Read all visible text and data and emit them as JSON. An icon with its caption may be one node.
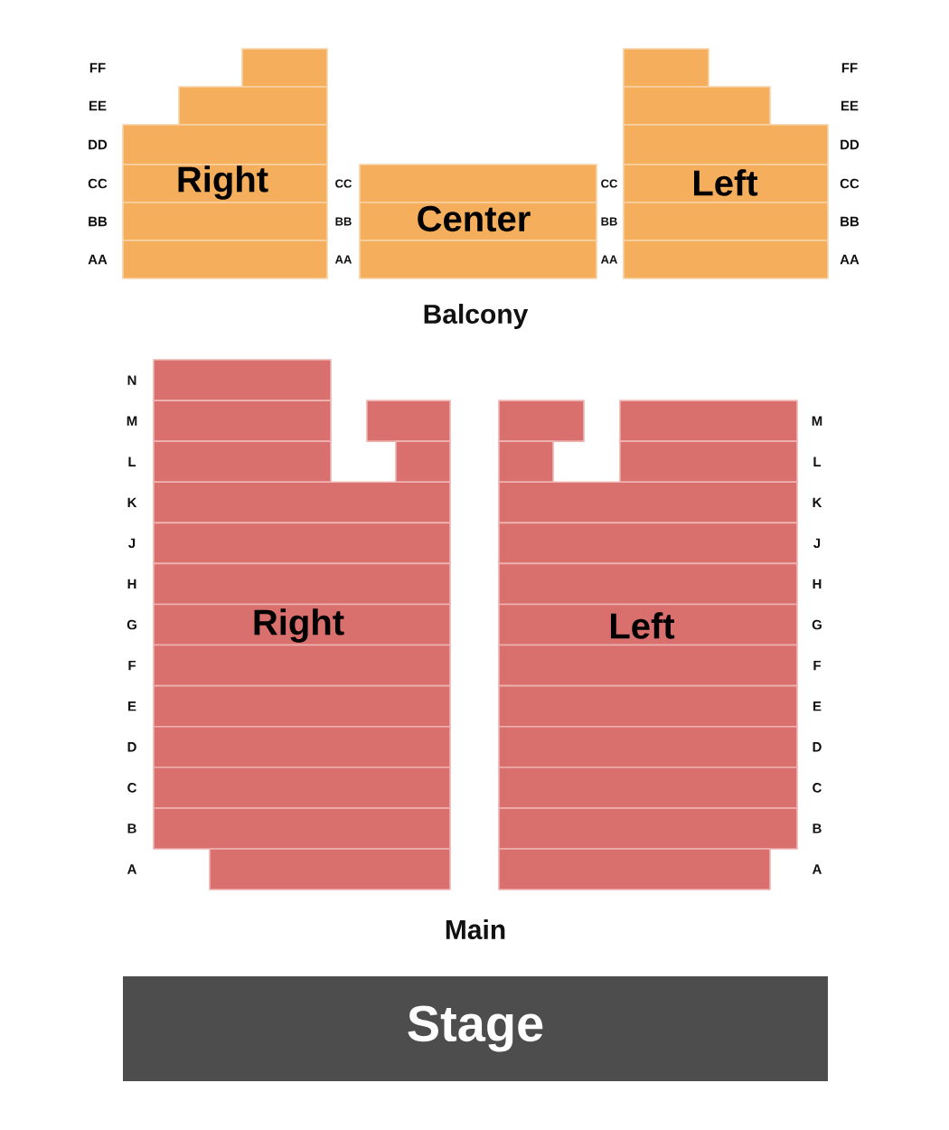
{
  "diagram": {
    "nodes": [
      {
        "text": [
          "Right"
        ]
      },
      {
        "text": [
          "Center"
        ]
      },
      {
        "text": [
          "Left"
        ]
      },
      {
        "text": [
          "Right"
        ]
      },
      {
        "text": [
          "Left"
        ]
      },
      {
        "text": [
          "Stage"
        ]
      }
    ],
    "labels": [
      "FF",
      "EE",
      "DD",
      "CC",
      "BB",
      "AA",
      "CC",
      "BB",
      "AA",
      "CC",
      "BB",
      "AA",
      "FF",
      "EE",
      "DD",
      "CC",
      "BB",
      "AA",
      "Balcony",
      "N",
      "M",
      "L",
      "K",
      "J",
      "H",
      "G",
      "F",
      "E",
      "D",
      "C",
      "B",
      "A",
      "M",
      "L",
      "K",
      "J",
      "H",
      "G",
      "F",
      "E",
      "D",
      "C",
      "B",
      "A",
      "Main"
    ]
  }
}
